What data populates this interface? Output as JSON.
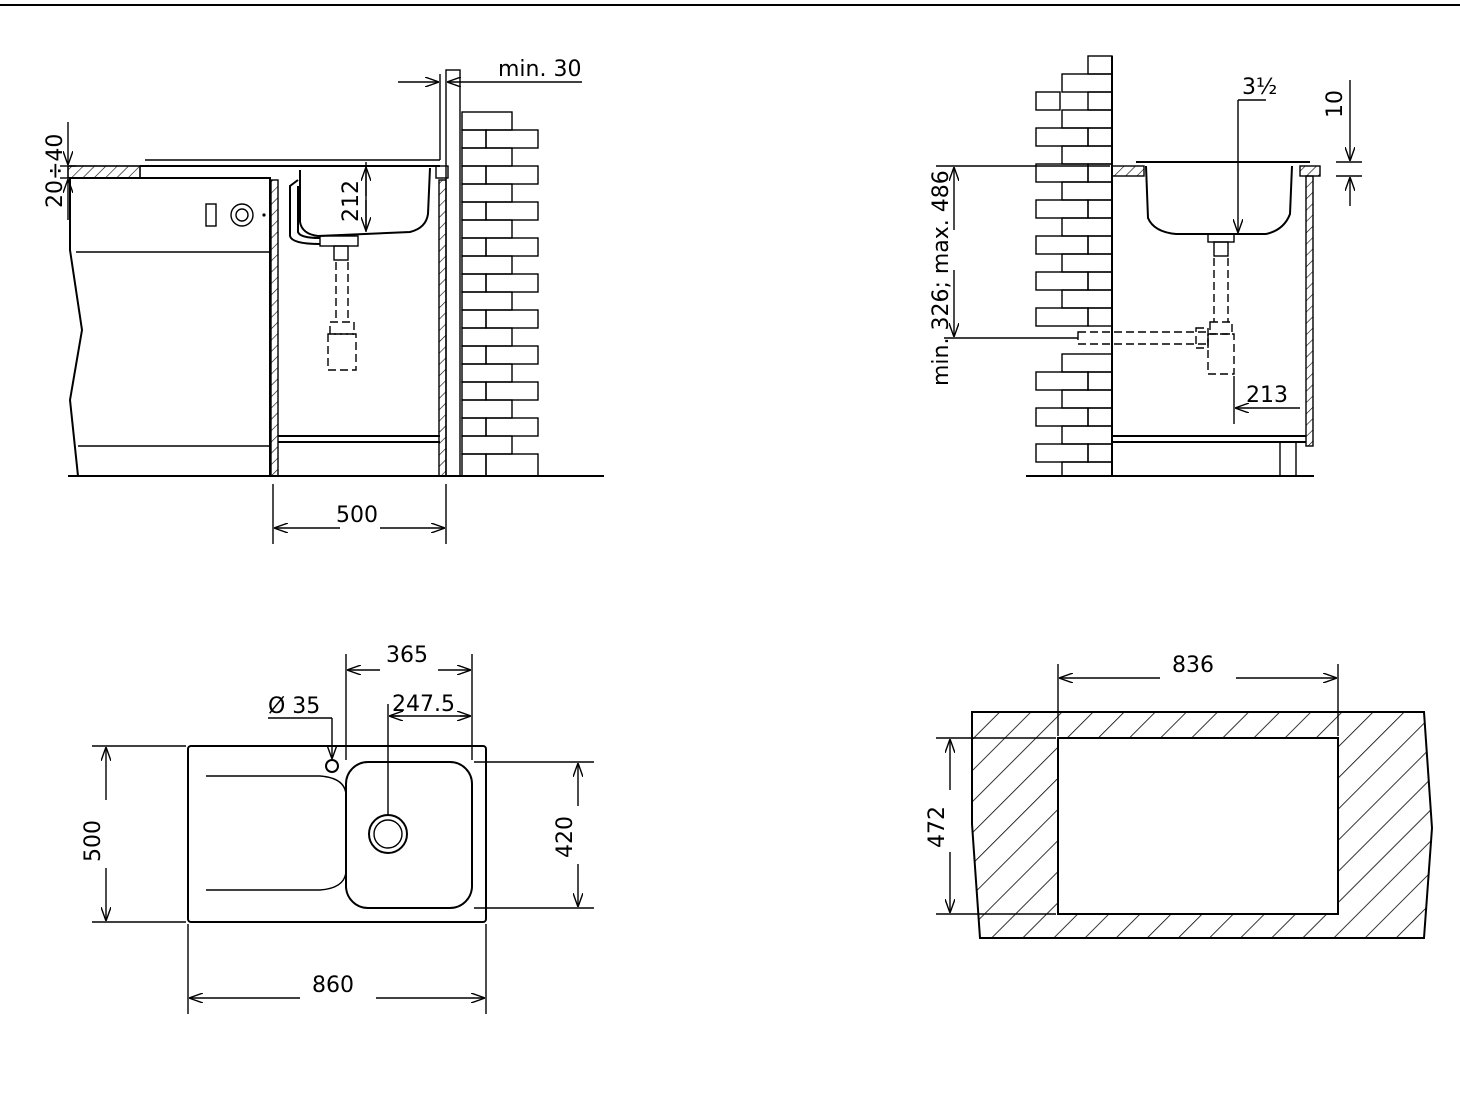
{
  "views": {
    "side_left": {
      "dims": {
        "top_clearance": "min. 30",
        "thickness": "20÷40",
        "bowl_depth": "212",
        "cabinet_width": "500"
      }
    },
    "side_right": {
      "dims": {
        "drain": "3½",
        "top_offset": "10",
        "drain_height": "min. 326; max. 486",
        "outlet_offset": "213"
      }
    },
    "plan": {
      "dims": {
        "tap_hole": "Ø 35",
        "bowl_pos": "365",
        "bowl_center": "247.5",
        "depth": "500",
        "bowl_depth": "420",
        "width": "860"
      }
    },
    "cutout": {
      "dims": {
        "width": "836",
        "depth": "472"
      }
    }
  }
}
